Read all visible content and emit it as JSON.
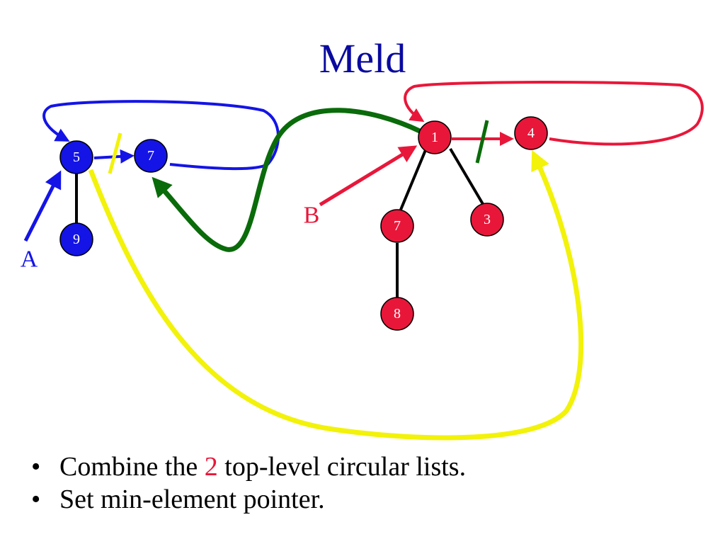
{
  "title": "Meld",
  "colors": {
    "blue": "#1414e6",
    "red": "#e8173a",
    "green": "#0a6b0a",
    "yellow": "#f2f20a",
    "black": "#000000",
    "title_blue": "#0a0aa0"
  },
  "heap_a": {
    "pointer_label": "A",
    "nodes": [
      {
        "id": "a5",
        "label": "5"
      },
      {
        "id": "a7",
        "label": "7"
      },
      {
        "id": "a9",
        "label": "9"
      }
    ]
  },
  "heap_b": {
    "pointer_label": "B",
    "nodes": [
      {
        "id": "b1",
        "label": "1"
      },
      {
        "id": "b4",
        "label": "4"
      },
      {
        "id": "b7",
        "label": "7"
      },
      {
        "id": "b3",
        "label": "3"
      },
      {
        "id": "b8",
        "label": "8"
      }
    ]
  },
  "bullets": [
    {
      "before": "Combine the ",
      "highlight": "2",
      "after": " top-level circular lists."
    },
    {
      "before": "Set min-element pointer.",
      "highlight": "",
      "after": ""
    }
  ]
}
